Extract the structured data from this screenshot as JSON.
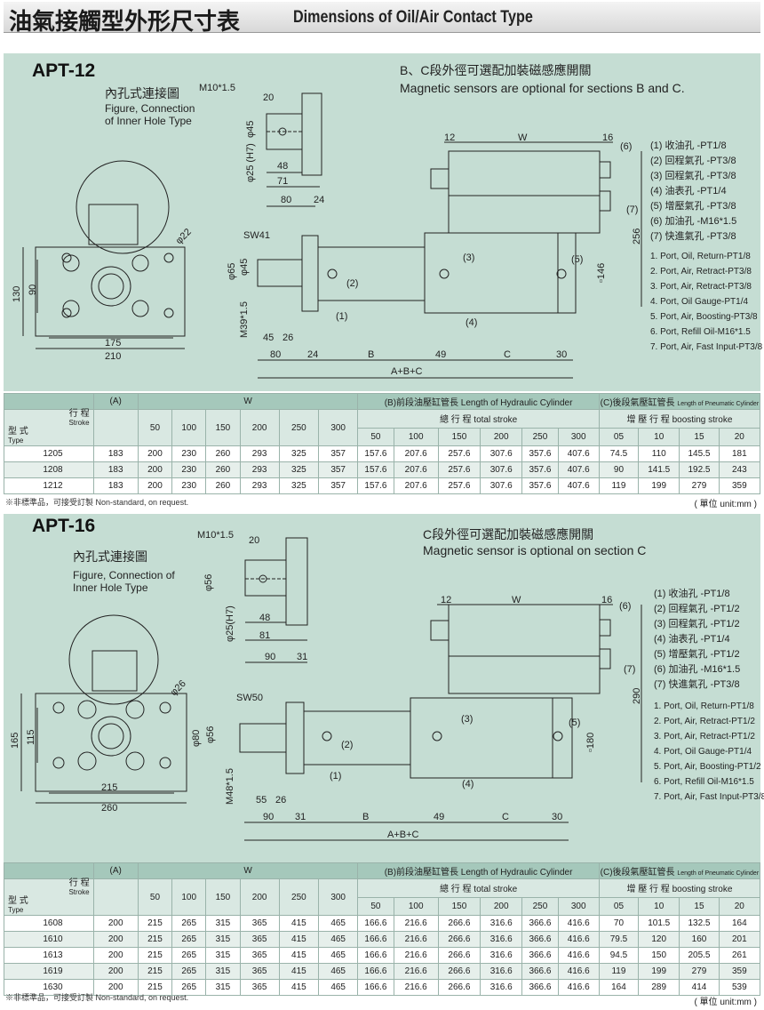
{
  "header": {
    "title_zh": "油氣接觸型外形尺寸表",
    "title_en": "Dimensions of Oil/Air Contact Type"
  },
  "apt12": {
    "model": "APT-12",
    "inner_zh": "內孔式連接圖",
    "inner_en1": "Figure, Connection",
    "inner_en2": "of Inner Hole Type",
    "mag_zh": "B、C段外徑可選配加裝磁感應開關",
    "mag_en": "Magnetic sensors are optional for sections B and C.",
    "dims": {
      "m10": "M10*1.5",
      "d20": "20",
      "phi45": "φ45",
      "phi25": "φ25 (H7)",
      "d48": "48",
      "d71": "71",
      "d80": "80",
      "d24": "24",
      "sw": "SW41",
      "phi22": "φ22",
      "phi65": "φ65",
      "phi45b": "φ45",
      "m39": "M39*1.5",
      "d130": "130",
      "d90": "90",
      "d175": "175",
      "d210": "210",
      "d45": "45",
      "d26": "26",
      "d80b": "80",
      "d24b": "24",
      "B": "B",
      "d49": "49",
      "C": "C",
      "d30": "30",
      "ABC": "A+B+C",
      "d12": "12",
      "W": "W",
      "d16": "16",
      "d256": "256",
      "sq146": "▫146",
      "p1": "(1)",
      "p2": "(2)",
      "p3": "(3)",
      "p4": "(4)",
      "p5": "(5)",
      "p6": "(6)",
      "p7": "(7)"
    },
    "ports_zh": [
      "(1) 收油孔 -PT1/8",
      "(2) 回程氣孔 -PT3/8",
      "(3) 回程氣孔 -PT3/8",
      "(4) 油表孔 -PT1/4",
      "(5) 增壓氣孔 -PT3/8",
      "(6) 加油孔 -M16*1.5",
      "(7) 快進氣孔 -PT3/8"
    ],
    "ports_en": [
      "1. Port, Oil, Return-PT1/8",
      "2. Port, Air, Retract-PT3/8",
      "3. Port, Air, Retract-PT3/8",
      "4. Port, Oil Gauge-PT1/4",
      "5. Port, Air, Boosting-PT3/8",
      "6. Port, Refill Oil-M16*1.5",
      "7. Port, Air, Fast Input-PT3/8"
    ]
  },
  "apt16": {
    "model": "APT-16",
    "inner_zh": "內孔式連接圖",
    "inner_en1": "Figure, Connection of",
    "inner_en2": "Inner Hole Type",
    "mag_zh": "C段外徑可選配加裝磁感應開關",
    "mag_en": "Magnetic sensor is optional on section C",
    "dims": {
      "m10": "M10*1.5",
      "d20": "20",
      "phi56": "φ56",
      "phi25": "φ25(H7)",
      "d48": "48",
      "d81": "81",
      "d90": "90",
      "d31": "31",
      "sw": "SW50",
      "phi26": "φ26",
      "phi80": "φ80",
      "phi56b": "φ56",
      "m48": "M48*1.5",
      "d165": "165",
      "d115": "115",
      "d215": "215",
      "d260": "260",
      "d55": "55",
      "d26": "26",
      "d90b": "90",
      "d31b": "31",
      "B": "B",
      "d49": "49",
      "C": "C",
      "d30": "30",
      "ABC": "A+B+C",
      "d12": "12",
      "W": "W",
      "d16": "16",
      "d290": "290",
      "sq180": "▫180",
      "p1": "(1)",
      "p2": "(2)",
      "p3": "(3)",
      "p4": "(4)",
      "p5": "(5)",
      "p6": "(6)",
      "p7": "(7)"
    },
    "ports_zh": [
      "(1) 收油孔 -PT1/8",
      "(2) 回程氣孔 -PT1/2",
      "(3) 回程氣孔 -PT1/2",
      "(4) 油表孔 -PT1/4",
      "(5) 增壓氣孔 -PT1/2",
      "(6) 加油孔 -M16*1.5",
      "(7) 快進氣孔 -PT3/8"
    ],
    "ports_en": [
      "1. Port, Oil, Return-PT1/8",
      "2. Port, Air, Retract-PT1/2",
      "3. Port, Air, Retract-PT1/2",
      "4. Port, Oil Gauge-PT1/4",
      "5. Port, Air, Boosting-PT1/2",
      "6. Port, Refill Oil-M16*1.5",
      "7. Port, Air, Fast Input-PT3/8"
    ]
  },
  "table_common": {
    "col_A": "(A)",
    "col_W": "W",
    "col_B": "(B)前段油壓缸管長   Length of Hydraulic Cylinder",
    "col_C": "(C)後段氣壓缸管長",
    "col_C_en": "Length of Pneumatic Cylinder",
    "stroke_zh": "行 程",
    "stroke_en": "Stroke",
    "type_zh": "型 式",
    "type_en": "Type",
    "total_stroke": "總 行 程  total stroke",
    "boosting_stroke": "增 壓 行 程  boosting stroke",
    "note": "※非標準品，可接受訂製  Non-standard, on request.",
    "unit": "( 單位 unit:mm )"
  },
  "table12": {
    "w_heads": [
      "50",
      "100",
      "150",
      "200",
      "250",
      "300"
    ],
    "b_heads": [
      "50",
      "100",
      "150",
      "200",
      "250",
      "300"
    ],
    "c_heads": [
      "05",
      "10",
      "15",
      "20"
    ],
    "rows": [
      {
        "type": "1205",
        "A": "183",
        "W": [
          "200",
          "230",
          "260",
          "293",
          "325",
          "357"
        ],
        "B": [
          "157.6",
          "207.6",
          "257.6",
          "307.6",
          "357.6",
          "407.6"
        ],
        "C": [
          "74.5",
          "110",
          "145.5",
          "181"
        ]
      },
      {
        "type": "1208",
        "A": "183",
        "W": [
          "200",
          "230",
          "260",
          "293",
          "325",
          "357"
        ],
        "B": [
          "157.6",
          "207.6",
          "257.6",
          "307.6",
          "357.6",
          "407.6"
        ],
        "C": [
          "90",
          "141.5",
          "192.5",
          "243"
        ]
      },
      {
        "type": "1212",
        "A": "183",
        "W": [
          "200",
          "230",
          "260",
          "293",
          "325",
          "357"
        ],
        "B": [
          "157.6",
          "207.6",
          "257.6",
          "307.6",
          "357.6",
          "407.6"
        ],
        "C": [
          "119",
          "199",
          "279",
          "359"
        ]
      }
    ]
  },
  "table16": {
    "w_heads": [
      "50",
      "100",
      "150",
      "200",
      "250",
      "300"
    ],
    "b_heads": [
      "50",
      "100",
      "150",
      "200",
      "250",
      "300"
    ],
    "c_heads": [
      "05",
      "10",
      "15",
      "20"
    ],
    "rows": [
      {
        "type": "1608",
        "A": "200",
        "W": [
          "215",
          "265",
          "315",
          "365",
          "415",
          "465"
        ],
        "B": [
          "166.6",
          "216.6",
          "266.6",
          "316.6",
          "366.6",
          "416.6"
        ],
        "C": [
          "70",
          "101.5",
          "132.5",
          "164"
        ]
      },
      {
        "type": "1610",
        "A": "200",
        "W": [
          "215",
          "265",
          "315",
          "365",
          "415",
          "465"
        ],
        "B": [
          "166.6",
          "216.6",
          "266.6",
          "316.6",
          "366.6",
          "416.6"
        ],
        "C": [
          "79.5",
          "120",
          "160",
          "201"
        ]
      },
      {
        "type": "1613",
        "A": "200",
        "W": [
          "215",
          "265",
          "315",
          "365",
          "415",
          "465"
        ],
        "B": [
          "166.6",
          "216.6",
          "266.6",
          "316.6",
          "366.6",
          "416.6"
        ],
        "C": [
          "94.5",
          "150",
          "205.5",
          "261"
        ]
      },
      {
        "type": "1619",
        "A": "200",
        "W": [
          "215",
          "265",
          "315",
          "365",
          "415",
          "465"
        ],
        "B": [
          "166.6",
          "216.6",
          "266.6",
          "316.6",
          "366.6",
          "416.6"
        ],
        "C": [
          "119",
          "199",
          "279",
          "359"
        ]
      },
      {
        "type": "1630",
        "A": "200",
        "W": [
          "215",
          "265",
          "315",
          "365",
          "415",
          "465"
        ],
        "B": [
          "166.6",
          "216.6",
          "266.6",
          "316.6",
          "366.6",
          "416.6"
        ],
        "C": [
          "164",
          "289",
          "414",
          "539"
        ]
      }
    ]
  }
}
